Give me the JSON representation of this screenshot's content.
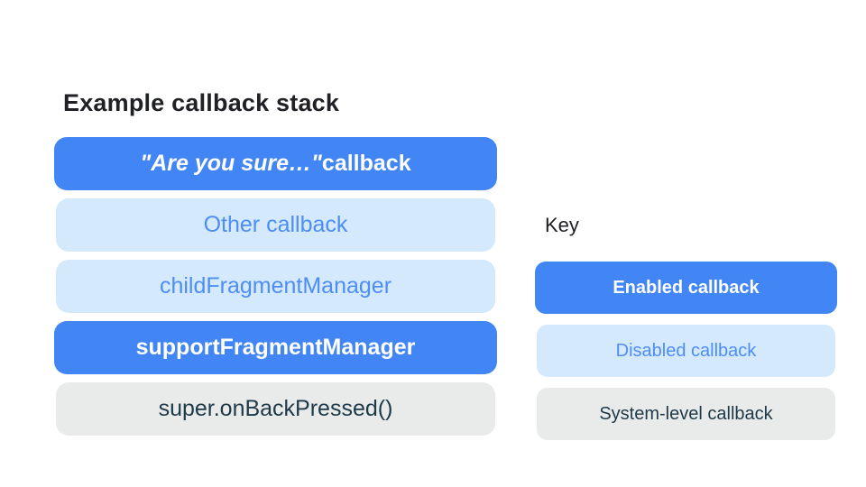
{
  "stack": {
    "title": "Example callback stack",
    "items": [
      {
        "label_italic": "\"Are you sure…\"",
        "label_suffix": "callback",
        "type": "enabled"
      },
      {
        "label": "Other callback",
        "type": "disabled"
      },
      {
        "label": "childFragmentManager",
        "type": "disabled"
      },
      {
        "label": "supportFragmentManager",
        "type": "enabled"
      },
      {
        "label": "super.onBackPressed()",
        "type": "system"
      }
    ]
  },
  "key": {
    "title": "Key",
    "items": [
      {
        "label": "Enabled callback",
        "type": "enabled"
      },
      {
        "label": "Disabled callback",
        "type": "disabled"
      },
      {
        "label": "System-level callback",
        "type": "system"
      }
    ]
  },
  "colors": {
    "enabled_bg": "#4285F4",
    "enabled_text": "#FFFFFF",
    "disabled_bg": "#D4E9FB",
    "disabled_text": "#4D8DF5",
    "system_bg": "#E9EAEA",
    "system_text": "#1E3A49",
    "title_text": "#202124",
    "page_bg": "#FFFFFF"
  }
}
